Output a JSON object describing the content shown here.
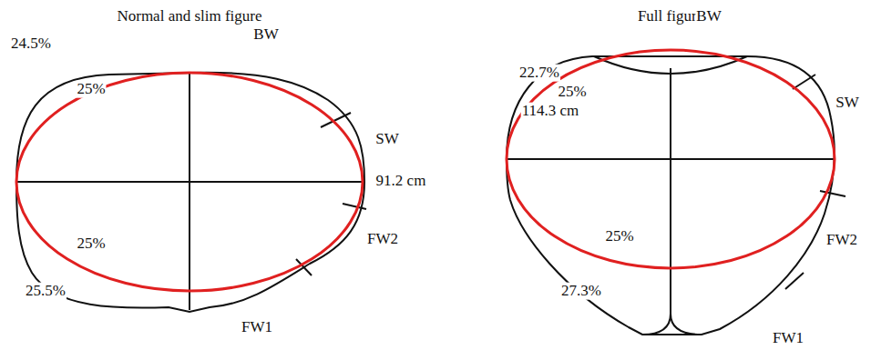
{
  "diagram": {
    "labels": [
      "Normal and slim figure",
      "BW",
      "24.5%",
      "25%",
      "SW",
      "91.2 cm",
      "25%",
      "FW2",
      "25.5%",
      "FW1",
      "Full figure",
      "BW",
      "22.7%",
      "25%",
      "114.3 cm",
      "SW",
      "25%",
      "FW2",
      "27.3%",
      "FW1"
    ]
  }
}
